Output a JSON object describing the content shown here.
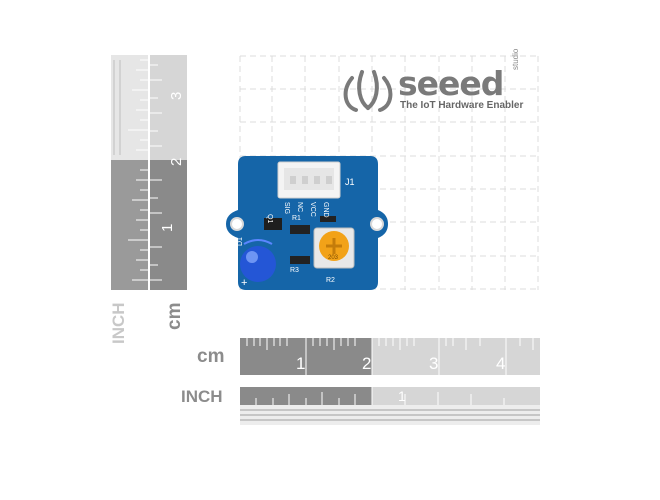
{
  "brand": {
    "name": "seeed",
    "studio": "studio",
    "tagline": "The IoT Hardware Enabler"
  },
  "board": {
    "connector_label": "J1",
    "pins": [
      "SIG",
      "NC",
      "VCC",
      "GND"
    ],
    "parts": [
      "R1",
      "R3",
      "R2",
      "D1",
      "Q1"
    ],
    "plus": "+",
    "pot_marking": "203"
  },
  "rulers": {
    "horizontal_cm": {
      "unit": "cm",
      "marks": [
        "1",
        "2",
        "3",
        "4"
      ]
    },
    "horizontal_inch": {
      "unit": "INCH",
      "marks": [
        "1"
      ]
    },
    "vertical_cm": {
      "unit": "cm",
      "marks": [
        "1",
        "2",
        "3"
      ]
    },
    "vertical_inch": {
      "unit": "INCH"
    }
  },
  "colors": {
    "pcb": "#1565a8",
    "led": "#2456d6",
    "pot": "#f2a218",
    "ruler_dark": "#8c8c8c",
    "ruler_light": "#d0d0d0"
  }
}
